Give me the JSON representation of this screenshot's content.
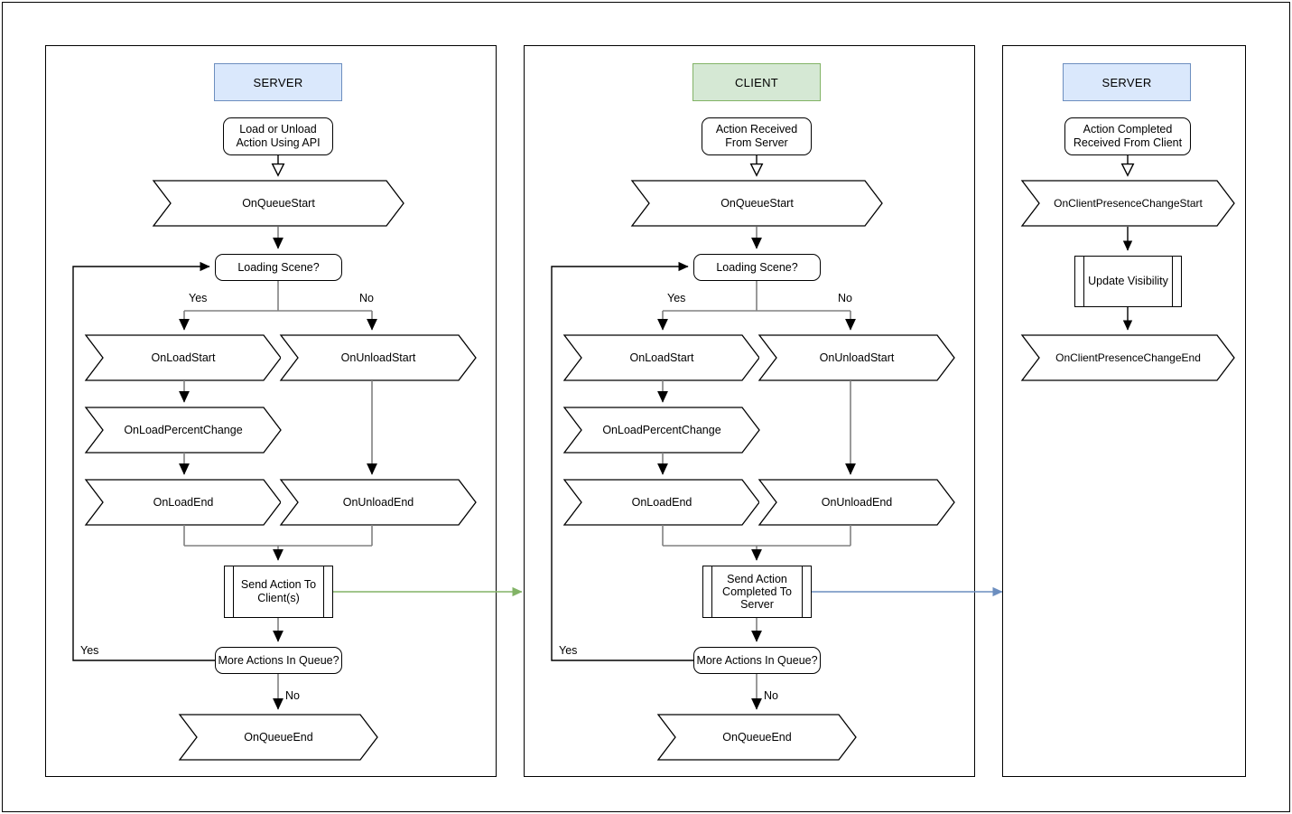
{
  "diagram": {
    "title_note": "Scene loading/unloading network flow (Server / Client / Server)",
    "colors": {
      "server_fill": "#dae8fc",
      "server_stroke": "#6c8ebf",
      "client_fill": "#d5e8d4",
      "client_stroke": "#82b366",
      "cross_link_green": "#82b366",
      "cross_link_blue": "#6c8ebf",
      "line_dark": "#000000",
      "line_gray": "#808080"
    }
  },
  "panels": [
    {
      "id": "server_left",
      "header": "SERVER",
      "nodes": {
        "start": "Load or Unload\nAction Using API",
        "queue_start": "OnQueueStart",
        "decision_loading": "Loading Scene?",
        "branch_yes": "Yes",
        "branch_no": "No",
        "load_start": "OnLoadStart",
        "unload_start": "OnUnloadStart",
        "load_percent": "OnLoadPercentChange",
        "load_end": "OnLoadEnd",
        "unload_end": "OnUnloadEnd",
        "send": "Send Action To\nClient(s)",
        "decision_more": "More Actions In Queue?",
        "loop_yes": "Yes",
        "loop_no": "No",
        "queue_end": "OnQueueEnd"
      }
    },
    {
      "id": "client_middle",
      "header": "CLIENT",
      "nodes": {
        "start": "Action Received\nFrom Server",
        "queue_start": "OnQueueStart",
        "decision_loading": "Loading Scene?",
        "branch_yes": "Yes",
        "branch_no": "No",
        "load_start": "OnLoadStart",
        "unload_start": "OnUnloadStart",
        "load_percent": "OnLoadPercentChange",
        "load_end": "OnLoadEnd",
        "unload_end": "OnUnloadEnd",
        "send": "Send Action\nCompleted To\nServer",
        "decision_more": "More Actions In Queue?",
        "loop_yes": "Yes",
        "loop_no": "No",
        "queue_end": "OnQueueEnd"
      }
    },
    {
      "id": "server_right",
      "header": "SERVER",
      "nodes": {
        "start": "Action Completed\nReceived From Client",
        "presence_start": "OnClientPresenceChangeStart",
        "update_visibility": "Update Visibility",
        "presence_end": "OnClientPresenceChangeEnd"
      }
    }
  ]
}
